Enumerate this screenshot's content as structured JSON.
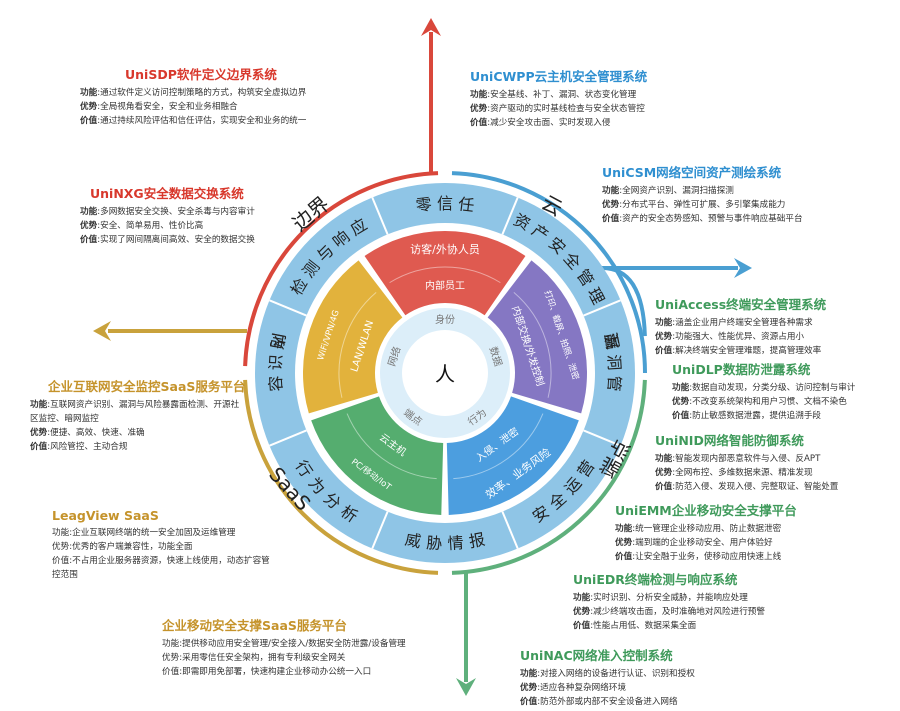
{
  "colors": {
    "red": "#d9473b",
    "blue": "#4a9fd2",
    "green": "#5fb07c",
    "gold": "#c9a23c",
    "ring": "#8fc5e6",
    "ring_light": "#dceef9",
    "ring_text": "#222222",
    "sector_red": "#df5a50",
    "sector_purple": "#8577c3",
    "sector_blue": "#4c9edf",
    "sector_green": "#55ad6f",
    "sector_gold": "#e2b23c",
    "title_red": "#d8382c",
    "title_blue": "#2f8fd0",
    "title_green": "#3f9a5b",
    "title_gold": "#c5932b"
  },
  "center": {
    "label": "人"
  },
  "inner_ring": [
    "身份",
    "数据",
    "行为",
    "端点",
    "网络"
  ],
  "sectors": [
    {
      "lines": [
        "访客/外协人员",
        "内部员工"
      ]
    },
    {
      "lines": [
        "打印、截屏、拍照、泄密",
        "内部交换/外发控制"
      ]
    },
    {
      "lines": [
        "效率、业务风险",
        "入侵、泄密"
      ]
    },
    {
      "lines": [
        "PC/移动/IoT",
        "云主机"
      ]
    },
    {
      "lines": [
        "WiFi/VPN/4G",
        "LAN/WLAN"
      ]
    }
  ],
  "blue_ring": [
    "零信任",
    "资产安全管理",
    "漏洞管理",
    "安全运营",
    "威胁情报",
    "行为分析",
    "内容识别",
    "检测与响应"
  ],
  "outer_labels": {
    "border": "边界",
    "cloud": "云",
    "endpoint": "端点",
    "saas": "SaaS"
  },
  "label_words": {
    "func": "功能",
    "adv": "优势",
    "value": "价值",
    "sep": ":"
  },
  "products": {
    "unisdp": {
      "title": "UniSDP软件定义边界系统",
      "func": "通过软件定义访问控制策略的方式，构筑安全虚拟边界",
      "adv": "全局视角看安全，安全和业务相融合",
      "value": "通过持续风险评估和信任评估，实现安全和业务的统一"
    },
    "uninxg": {
      "title": "UniNXG安全数据交换系统",
      "func": "多网数据安全交换、安全杀毒与内容审计",
      "adv": "安全、简单易用、性价比高",
      "value": "实现了网间隔离间高效、安全的数据交换"
    },
    "saas_monitor": {
      "title": "企业互联网安全监控SaaS服务平台",
      "func": "互联网资产识别、漏洞与风险暴露面检测、开源社区监控、暗网监控",
      "adv": "便捷、高效、快速、准确",
      "value": "风险管控、主动合规"
    },
    "leagview": {
      "title": "LeagView SaaS",
      "func": "企业互联网终端的统一安全加固及运维管理",
      "adv": "优秀的客户端兼容性，功能全面",
      "value": "不占用企业服务器资源，快速上线使用，动态扩容管控范围"
    },
    "saas_mobile": {
      "title": "企业移动安全支撑SaaS服务平台",
      "func": "提供移动应用安全管理/安全接入/数据安全防泄露/设备管理",
      "adv": "采用零信任安全架构，拥有专利级安全网关",
      "value": "即需即用免部署，快速构建企业移动办公统一入口"
    },
    "unicwpp": {
      "title": "UniCWPP云主机安全管理系统",
      "func": "安全基线、补丁、漏洞、状态变化管理",
      "adv": "资产驱动的实时基线检查与安全状态管控",
      "value": "减少安全攻击面、实时发现入侵"
    },
    "unicsm": {
      "title": "UniCSM网络空间资产测绘系统",
      "func": "全网资产识别、漏洞扫描探测",
      "adv": "分布式平台、弹性可扩展、多引擎集成能力",
      "value": "资产的安全态势感知、预警与事件响应基础平台"
    },
    "uniaccess": {
      "title": "UniAccess终端安全管理系统",
      "func": "涵盖企业用户终端安全管理各种需求",
      "adv": "功能强大、性能优异、资源占用小",
      "value": "解决终端安全管理难题，提高管理效率"
    },
    "unidlp": {
      "title": "UniDLP数据防泄露系统",
      "func": "数据自动发现，分类分级、访问控制与审计",
      "adv": "不改变系统架构和用户习惯、文档不染色",
      "value": "防止敏感数据泄露，提供追溯手段"
    },
    "uninid": {
      "title": "UniNID网络智能防御系统",
      "func": "智能发现内部恶意软件与入侵、反APT",
      "adv": "全网布控、多维数据来源、精准发现",
      "value": "防范入侵、发现入侵、完整取证、智能处置"
    },
    "uniemm": {
      "title": "UniEMM企业移动安全支撑平台",
      "func": "统一管理企业移动应用、防止数据泄密",
      "adv": "端到端的企业移动安全、用户体验好",
      "value": "让安全融于业务，使移动应用快速上线"
    },
    "uniedr": {
      "title": "UniEDR终端检测与响应系统",
      "func": "实时识别、分析安全威胁，并能响应处理",
      "adv": "减少终端攻击面，及时准确地对风险进行预警",
      "value": "性能占用低、数据采集全面"
    },
    "uninac": {
      "title": "UniNAC网络准入控制系统",
      "func": "对接入网络的设备进行认证、识别和授权",
      "adv": "适应各种复杂网络环境",
      "value": "防范外部或内部不安全设备进入网络"
    }
  }
}
